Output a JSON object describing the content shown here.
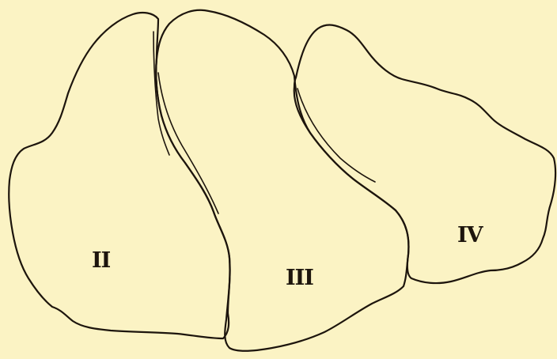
{
  "diagram": {
    "regions": [
      {
        "id": "II",
        "label": "II"
      },
      {
        "id": "III",
        "label": "III"
      },
      {
        "id": "IV",
        "label": "IV"
      }
    ],
    "colors": {
      "background": "#fbf3c4",
      "ink": "#1d150d"
    }
  }
}
